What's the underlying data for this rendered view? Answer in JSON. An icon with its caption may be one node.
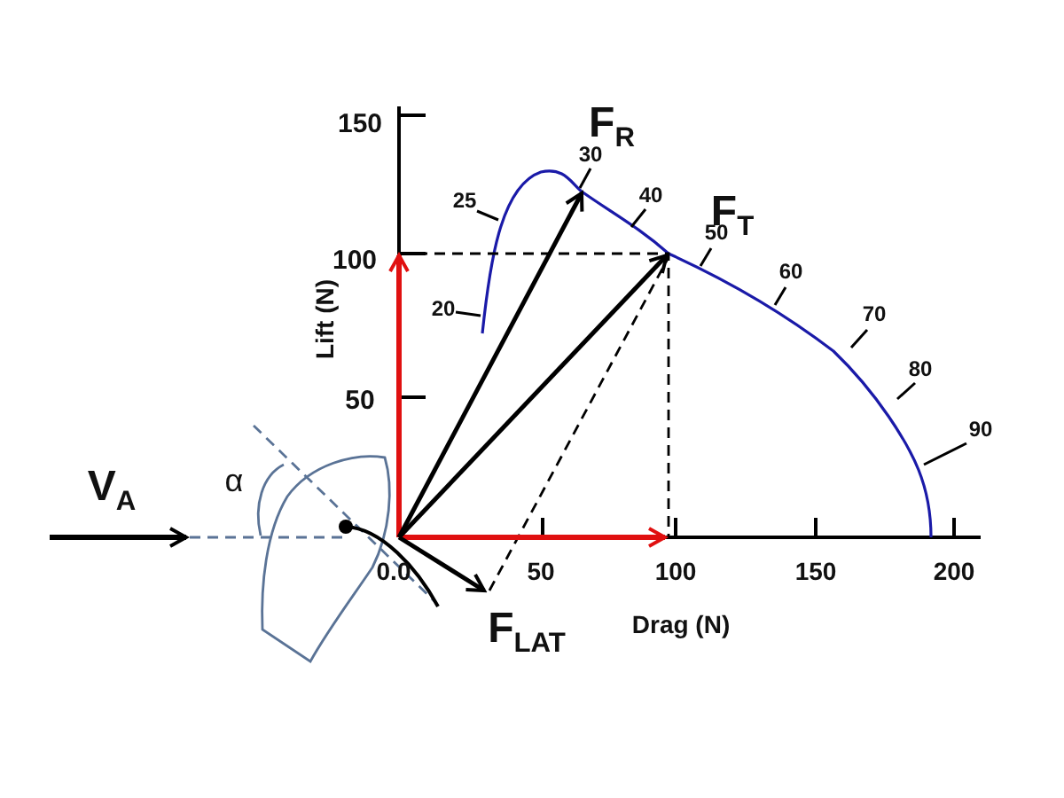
{
  "diagram": {
    "labels": [
      "150",
      "F$_{R}$",
      "30",
      "25",
      "40",
      "F$_{T}$",
      "100",
      "50",
      "60",
      "20",
      "Lift (N)",
      "70",
      "50",
      "80",
      "90",
      "V$_{A}$",
      "α",
      "0.0",
      "50",
      "100",
      "150",
      "200",
      "F$_{LAT}$",
      "Drag (N)"
    ]
  }
}
